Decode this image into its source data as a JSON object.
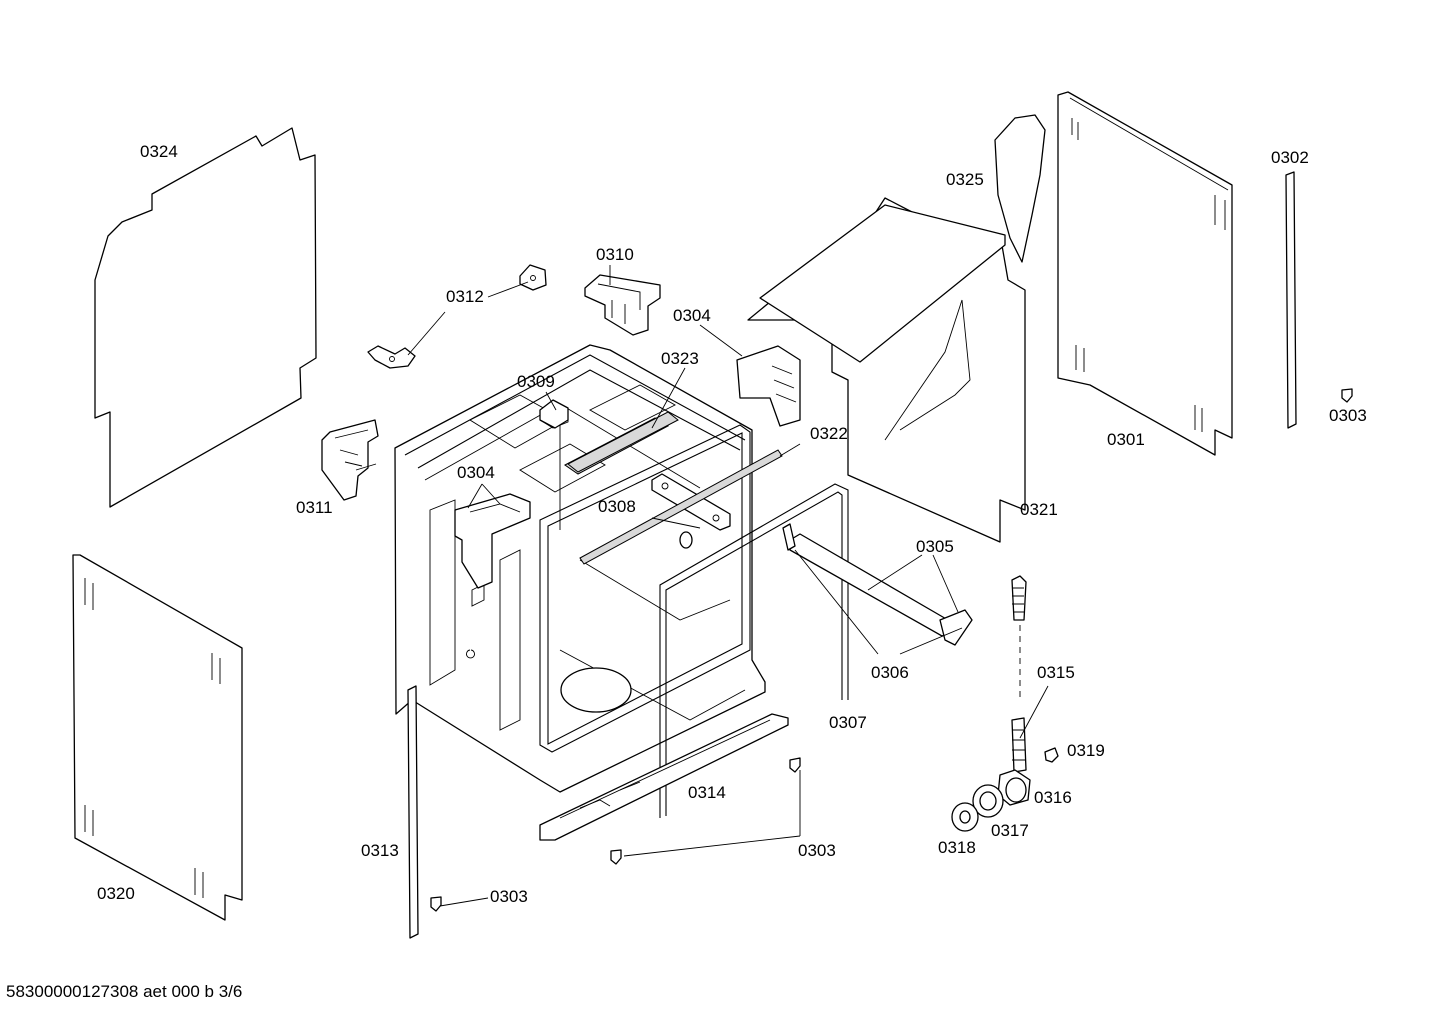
{
  "diagram": {
    "labels": {
      "l0324": "0324",
      "l0312": "0312",
      "l0310": "0310",
      "l0304a": "0304",
      "l0323": "0323",
      "l0309": "0309",
      "l0325": "0325",
      "l0302": "0302",
      "l0303a": "0303",
      "l0301": "0301",
      "l0322": "0322",
      "l0311": "0311",
      "l0304b": "0304",
      "l0308": "0308",
      "l0321": "0321",
      "l0305": "0305",
      "l0306": "0306",
      "l0315": "0315",
      "l0307": "0307",
      "l0319": "0319",
      "l0314": "0314",
      "l0316": "0316",
      "l0317": "0317",
      "l0318": "0318",
      "l0313": "0313",
      "l0303b": "0303",
      "l0320": "0320",
      "l0303c": "0303"
    },
    "footer": "58300000127308 aet 000 b 3/6"
  }
}
